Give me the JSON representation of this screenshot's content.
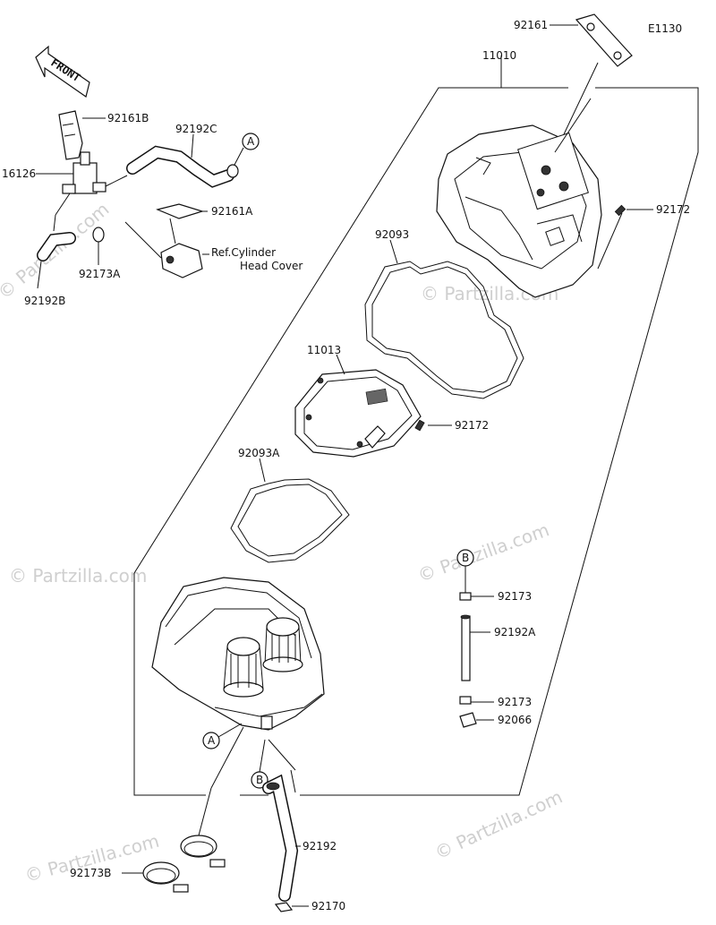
{
  "diagram_code": "E1130",
  "front_label": "FRONT",
  "watermark": "© Partzilla.com",
  "callouts": {
    "p92161": "92161",
    "p11010": "11010",
    "p92161B": "92161B",
    "p92192C": "92192C",
    "p16126": "16126",
    "p92161A": "92161A",
    "p92173A": "92173A",
    "p92192B": "92192B",
    "ref_line1": "Ref.Cylinder",
    "ref_line2": "Head Cover",
    "p92172_top": "92172",
    "p92093": "92093",
    "p11013": "11013",
    "p92172_mid": "92172",
    "p92093A": "92093A",
    "p92173_upper": "92173",
    "p92192A": "92192A",
    "p92173_lower": "92173",
    "p92066": "92066",
    "p92192": "92192",
    "p92173B": "92173B",
    "p92170": "92170"
  },
  "markers": {
    "a": "A",
    "b": "B"
  }
}
